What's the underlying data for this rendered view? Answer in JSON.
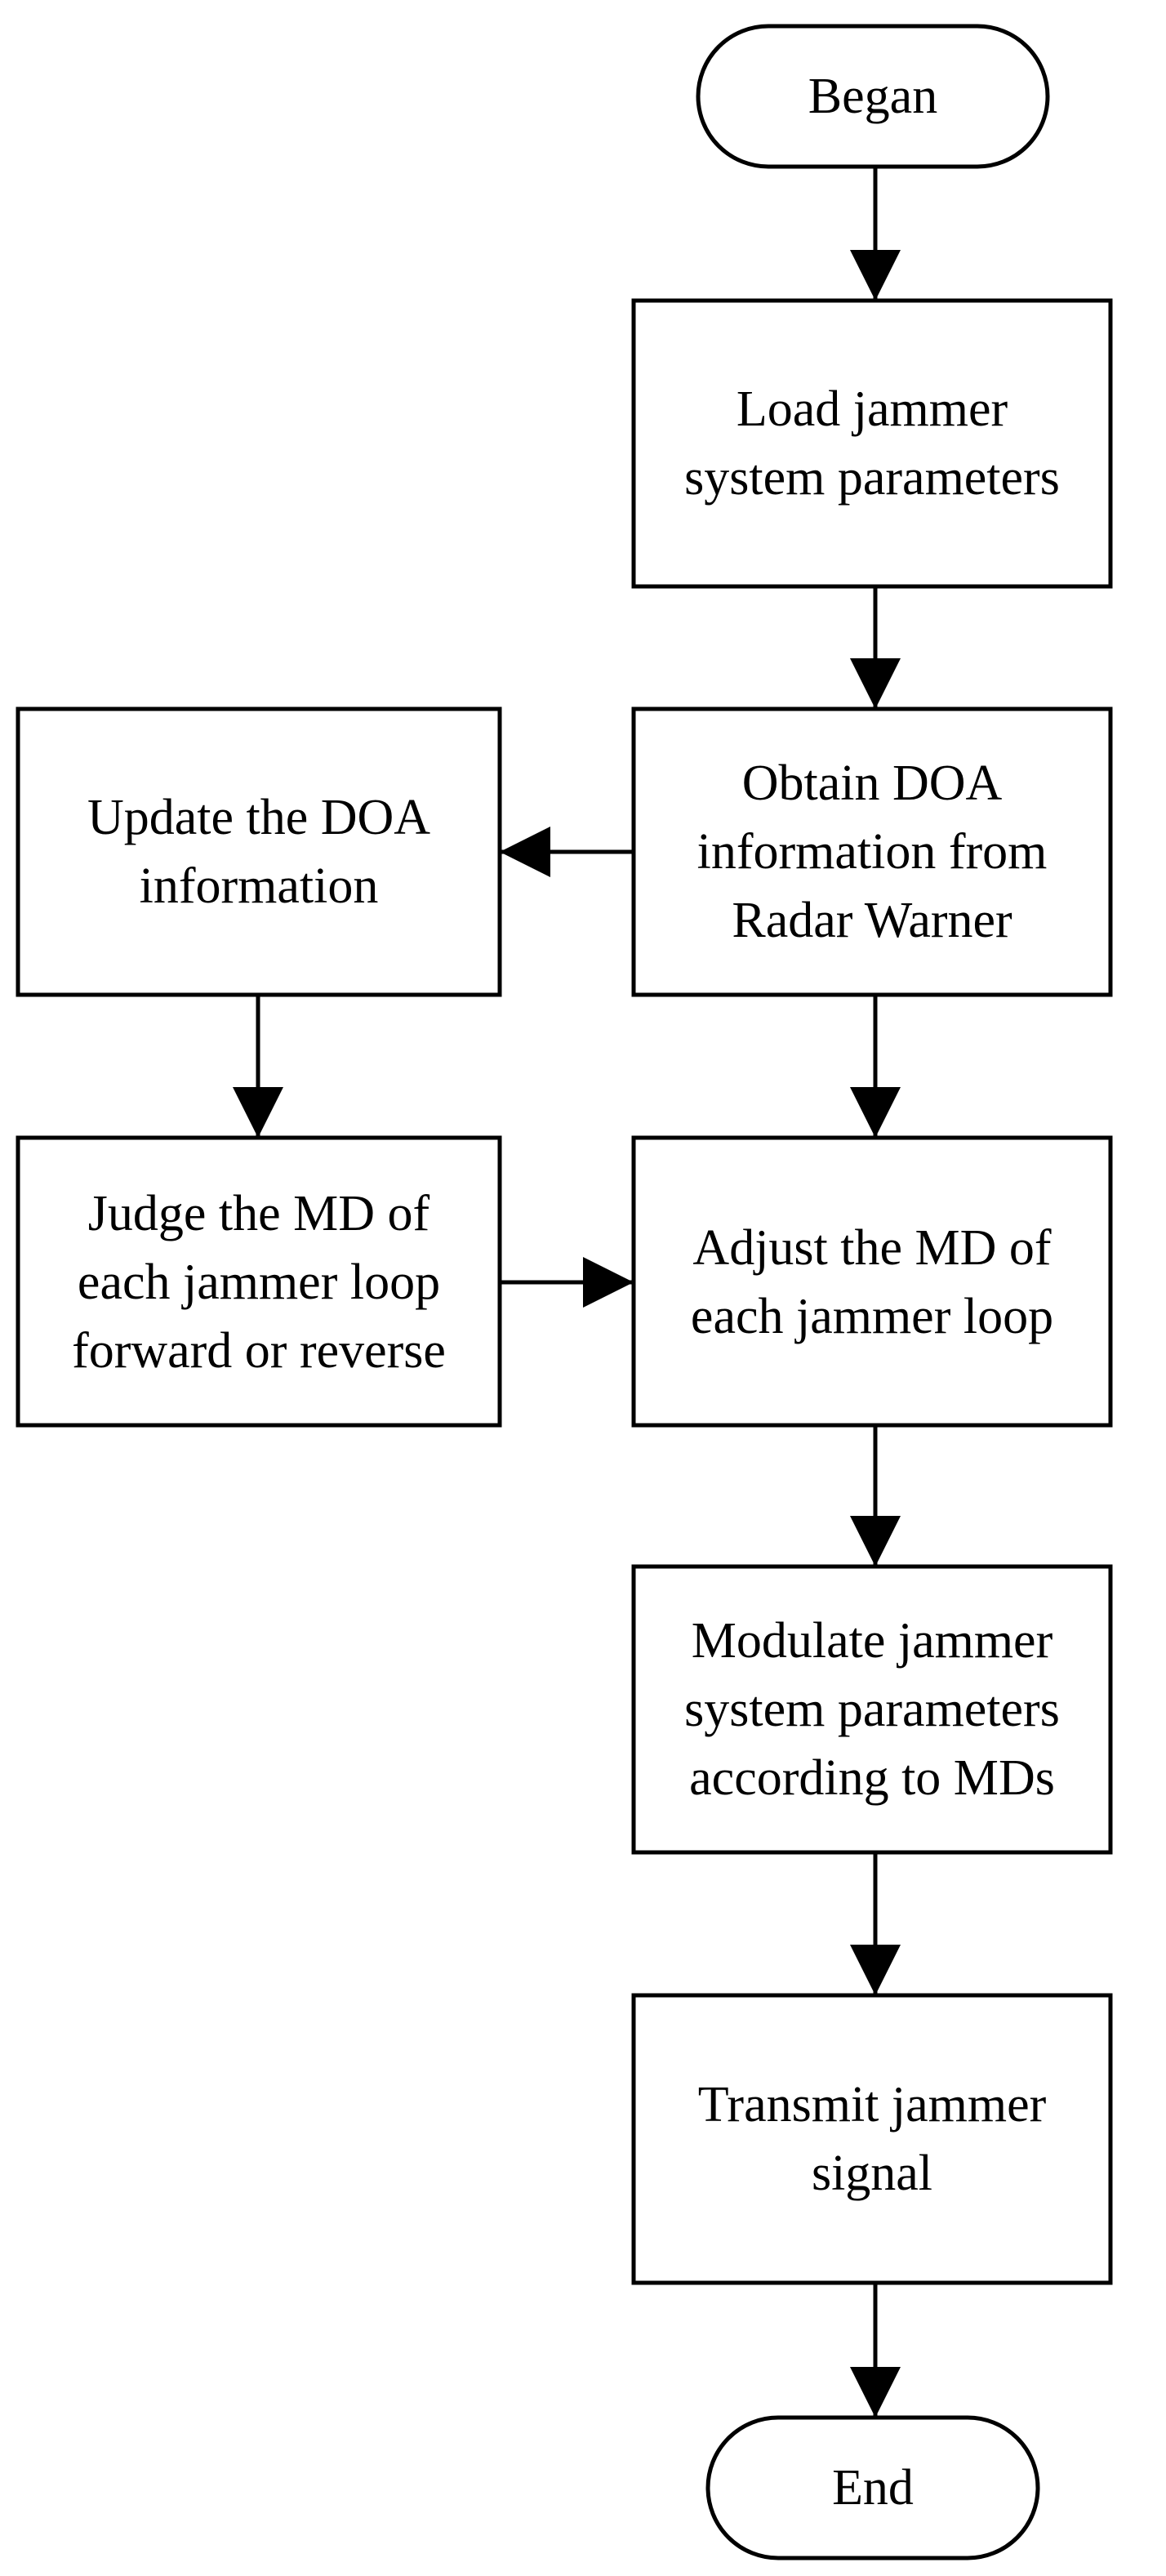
{
  "diagram": {
    "nodes": [
      {
        "id": "start",
        "kind": "terminal",
        "lines": [
          "Began"
        ]
      },
      {
        "id": "load",
        "kind": "process",
        "lines": [
          "Load jammer",
          "system parameters"
        ]
      },
      {
        "id": "obtain",
        "kind": "process",
        "lines": [
          "Obtain DOA",
          "information from",
          "Radar Warner"
        ]
      },
      {
        "id": "update",
        "kind": "process",
        "lines": [
          "Update the DOA",
          "information"
        ]
      },
      {
        "id": "judge",
        "kind": "process",
        "lines": [
          "Judge the MD of",
          "each jammer loop",
          "forward or reverse"
        ]
      },
      {
        "id": "adjust",
        "kind": "process",
        "lines": [
          "Adjust the MD of",
          "each jammer loop"
        ]
      },
      {
        "id": "modulate",
        "kind": "process",
        "lines": [
          "Modulate jammer",
          "system parameters",
          "according to MDs"
        ]
      },
      {
        "id": "transmit",
        "kind": "process",
        "lines": [
          "Transmit jammer",
          "signal"
        ]
      },
      {
        "id": "end",
        "kind": "terminal",
        "lines": [
          "End"
        ]
      }
    ],
    "edges": [
      {
        "from": "start",
        "to": "load"
      },
      {
        "from": "load",
        "to": "obtain"
      },
      {
        "from": "obtain",
        "to": "update"
      },
      {
        "from": "update",
        "to": "judge"
      },
      {
        "from": "obtain",
        "to": "adjust"
      },
      {
        "from": "judge",
        "to": "adjust"
      },
      {
        "from": "adjust",
        "to": "modulate"
      },
      {
        "from": "modulate",
        "to": "transmit"
      },
      {
        "from": "transmit",
        "to": "end"
      }
    ]
  }
}
